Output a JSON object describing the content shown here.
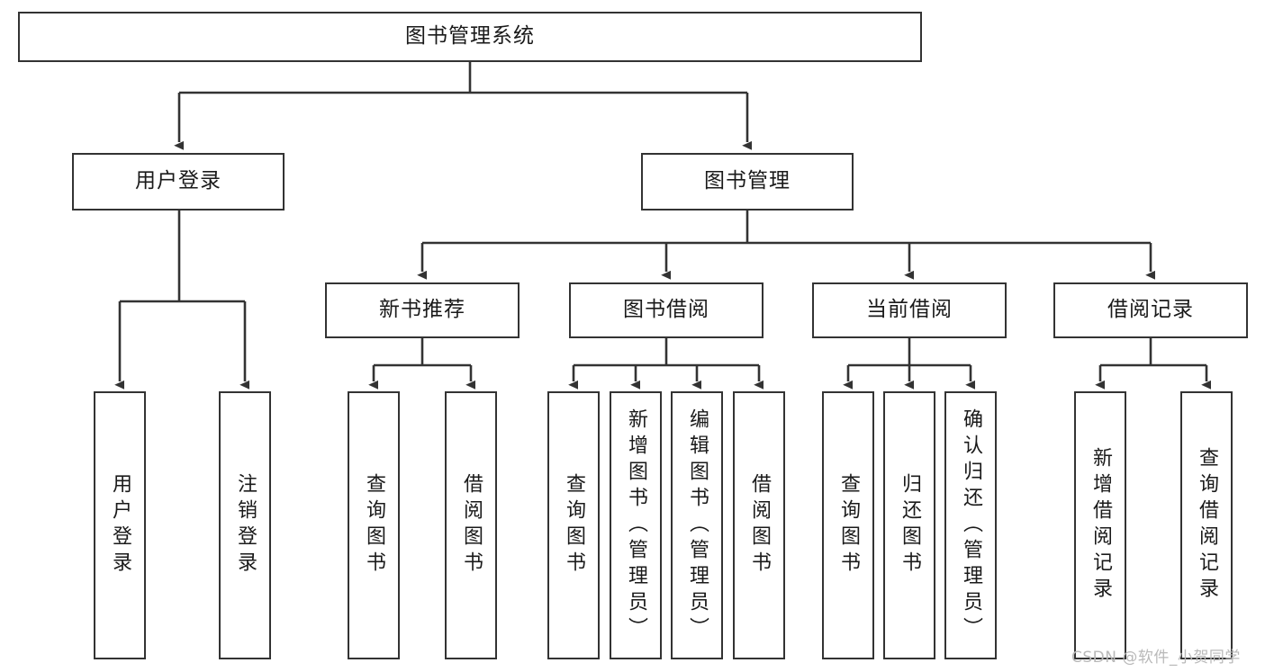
{
  "diagram": {
    "title": "图书管理系统",
    "type": "tree-hierarchy-chart",
    "orientation": "top-down",
    "style": {
      "box_border_color": "#333333",
      "box_fill_color": "#ffffff",
      "edge_color": "#333333",
      "text_color": "#1a1a1a",
      "background": "#ffffff"
    }
  },
  "nodes": {
    "root": {
      "label": "图书管理系统"
    },
    "level2": [
      {
        "id": "user-login",
        "label": "用户登录"
      },
      {
        "id": "book-manage",
        "label": "图书管理"
      }
    ],
    "level3": [
      {
        "id": "new-book-recommend",
        "label": "新书推荐"
      },
      {
        "id": "book-borrow",
        "label": "图书借阅"
      },
      {
        "id": "current-borrow",
        "label": "当前借阅"
      },
      {
        "id": "borrow-record",
        "label": "借阅记录"
      }
    ],
    "leaves": {
      "user_login": [
        {
          "id": "leaf-user-login",
          "label": "用户登录"
        },
        {
          "id": "leaf-logout",
          "label": "注销登录"
        }
      ],
      "new_book_recommend": [
        {
          "id": "leaf-query-book-1",
          "label": "查询图书"
        },
        {
          "id": "leaf-borrow-book-1",
          "label": "借阅图书"
        }
      ],
      "book_borrow": [
        {
          "id": "leaf-query-book-2",
          "label": "查询图书"
        },
        {
          "id": "leaf-add-book",
          "label": "新增图书（管理员）"
        },
        {
          "id": "leaf-edit-book",
          "label": "编辑图书（管理员）"
        },
        {
          "id": "leaf-borrow-book-2",
          "label": "借阅图书"
        }
      ],
      "current_borrow": [
        {
          "id": "leaf-query-book-3",
          "label": "查询图书"
        },
        {
          "id": "leaf-return-book",
          "label": "归还图书"
        },
        {
          "id": "leaf-confirm-return",
          "label": "确认归还（管理员）"
        }
      ],
      "borrow_record": [
        {
          "id": "leaf-add-record",
          "label": "新增借阅记录"
        },
        {
          "id": "leaf-query-record",
          "label": "查询借阅记录"
        }
      ]
    }
  },
  "watermark": {
    "text": "CSDN @软件_小贺同学"
  }
}
